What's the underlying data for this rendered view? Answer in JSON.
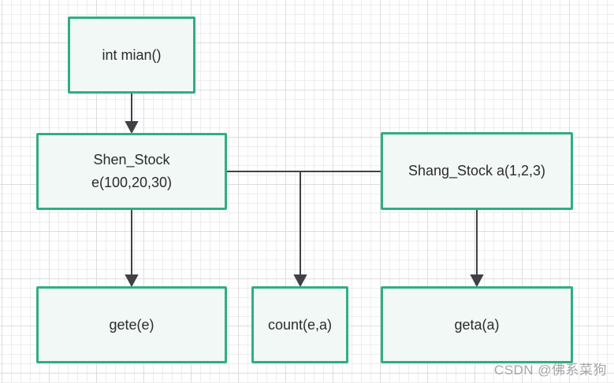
{
  "diagram": {
    "nodes": [
      {
        "id": "int-main",
        "label": "int mian()"
      },
      {
        "id": "shen-stock",
        "label_line1": "Shen_Stock",
        "label_line2": "e(100,20,30)"
      },
      {
        "id": "shang-stock",
        "label": "Shang_Stock a(1,2,3)"
      },
      {
        "id": "gete",
        "label": "gete(e)"
      },
      {
        "id": "count",
        "label": "count(e,a)"
      },
      {
        "id": "geta",
        "label": "geta(a)"
      }
    ],
    "edges": [
      {
        "from": "int-main",
        "to": "shen-stock",
        "style": "arrow-down"
      },
      {
        "from": "shen-stock",
        "to": "gete",
        "style": "arrow-down"
      },
      {
        "from": "shen-stock",
        "to": "shang-stock",
        "style": "plain-horizontal"
      },
      {
        "from": "shen-stock",
        "to": "count",
        "style": "arrow-down-from-horizontal"
      },
      {
        "from": "shang-stock",
        "to": "geta",
        "style": "arrow-down"
      }
    ],
    "colors": {
      "node_border": "#2fae82",
      "node_fill": "#f2f8f5",
      "connector": "#3f4145",
      "text": "#2b2b2b",
      "grid_minor": "#ededed",
      "grid_major": "#dddddd",
      "background": "#ffffff",
      "watermark": "#94989c"
    }
  },
  "watermark": {
    "text": "CSDN @佛系菜狗"
  }
}
